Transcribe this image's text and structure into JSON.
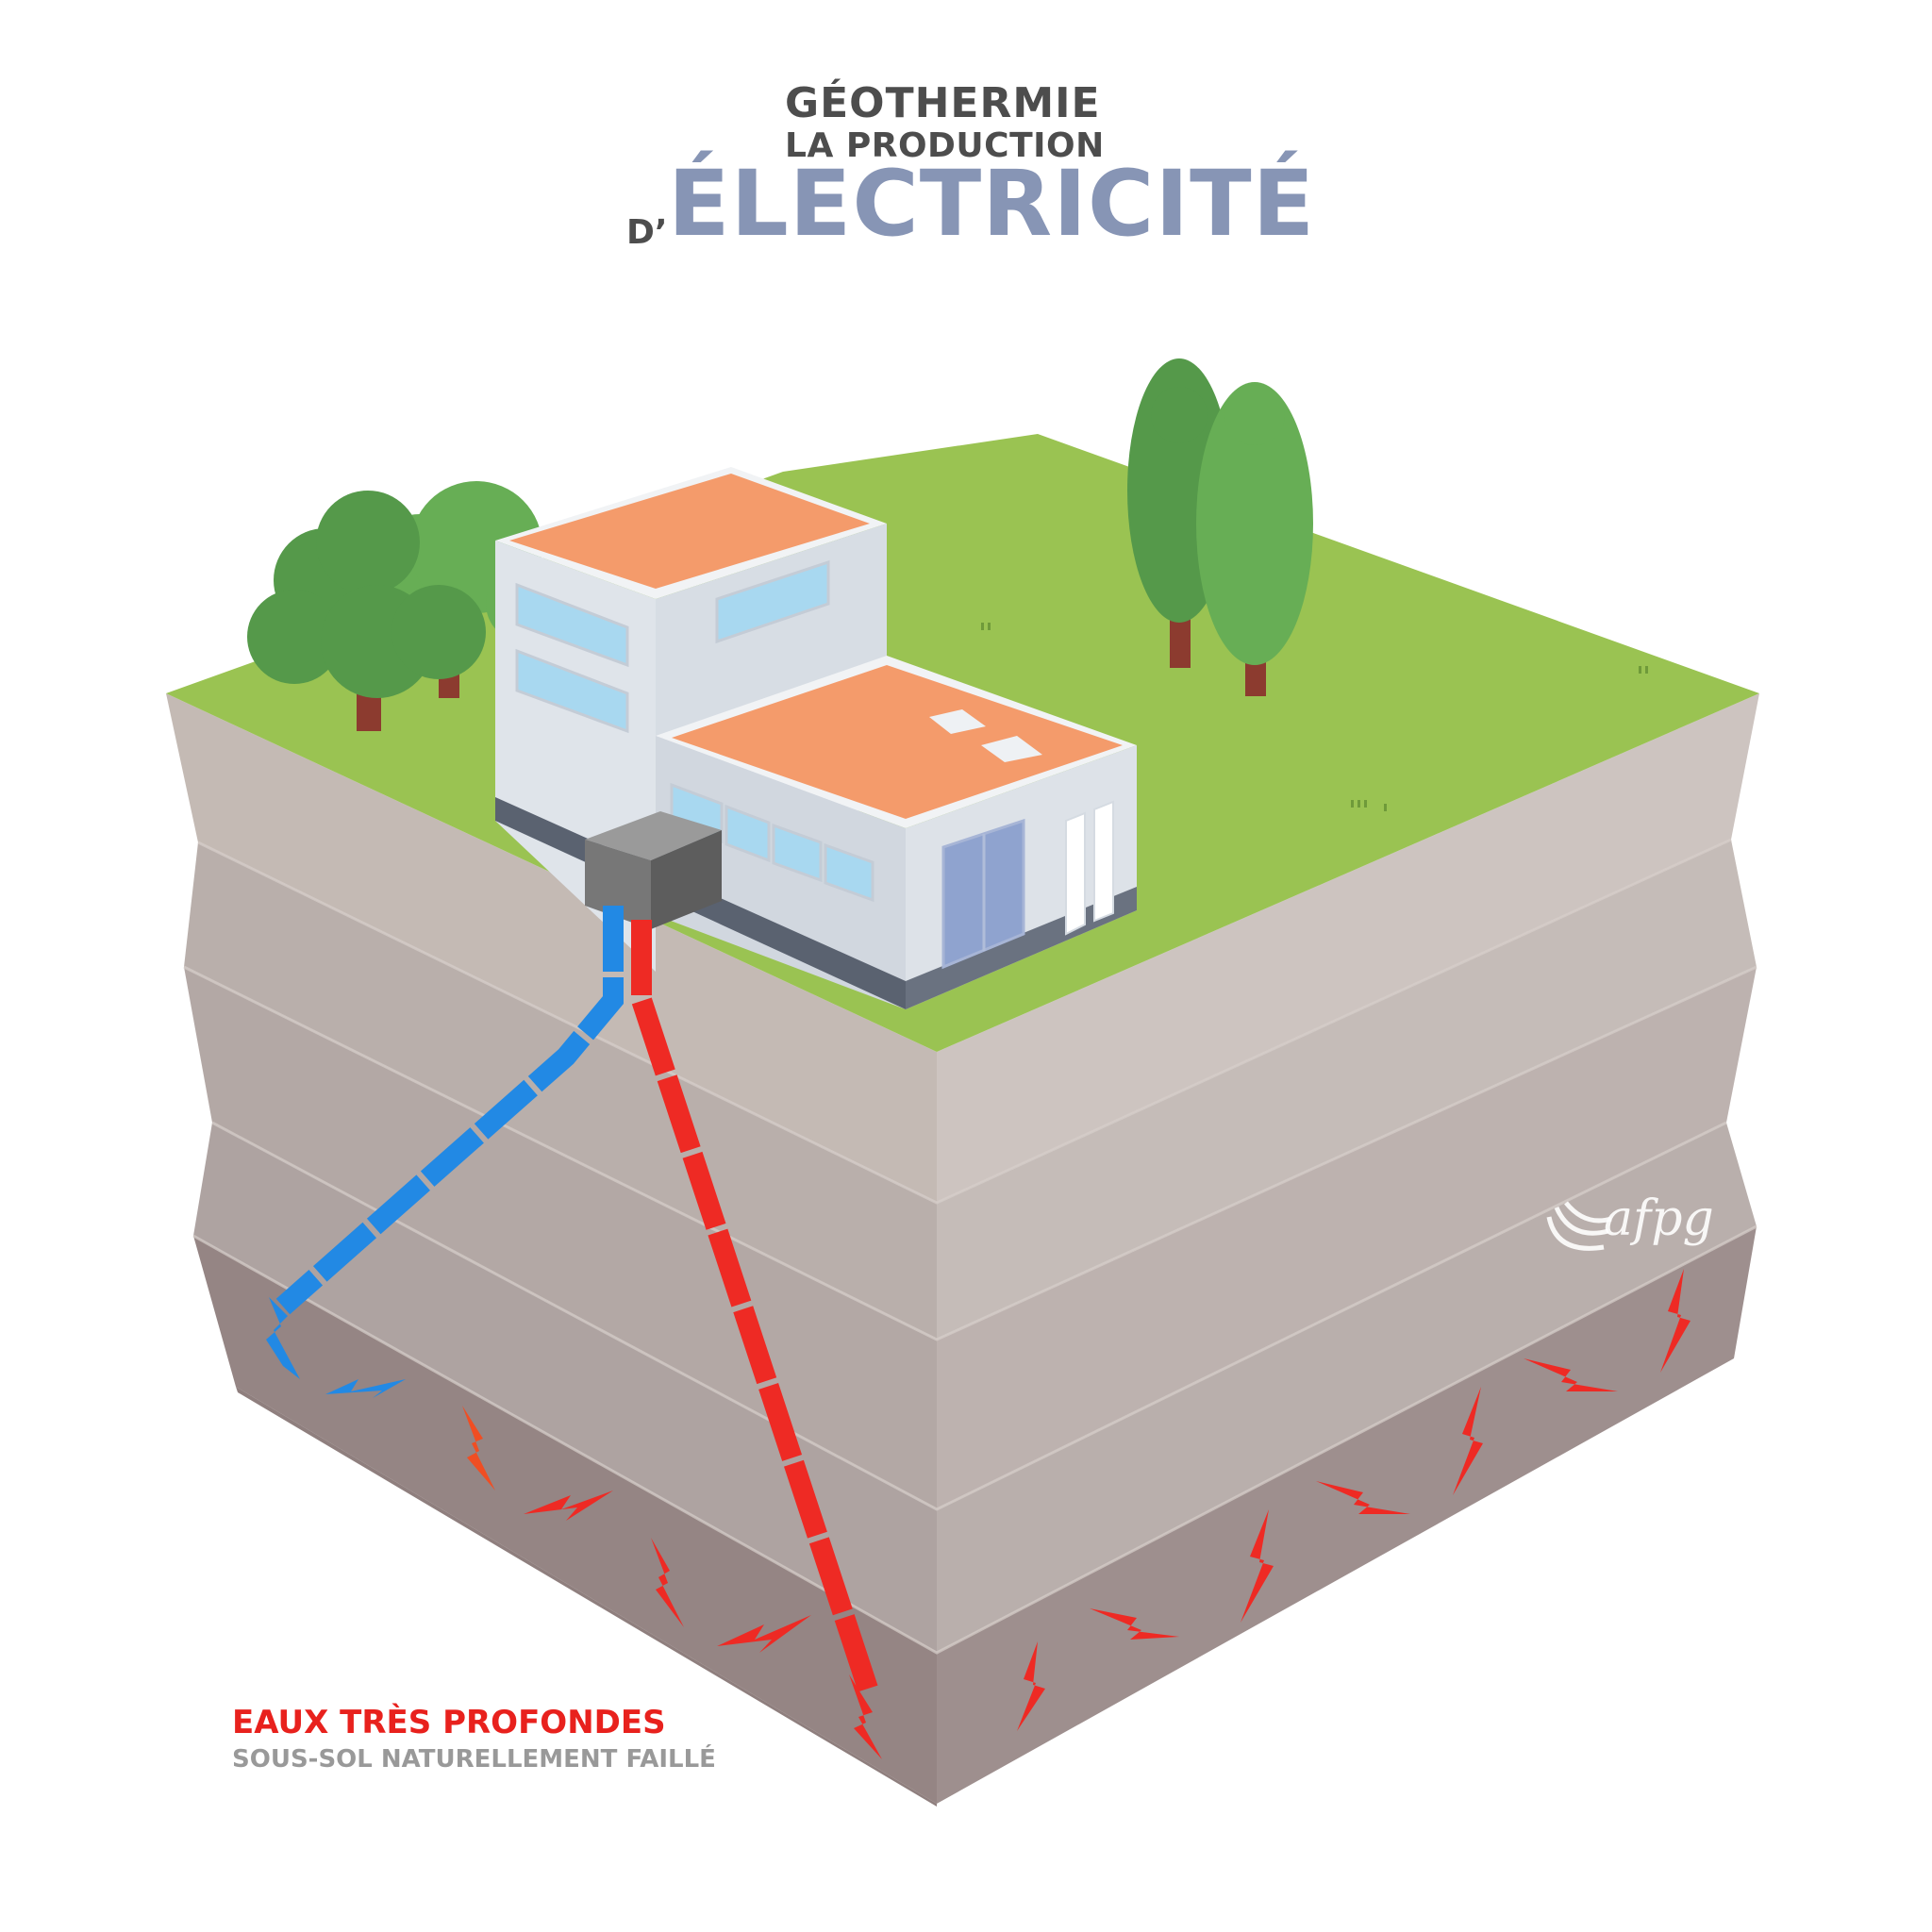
{
  "title": {
    "line1": "GÉOTHERMIE",
    "line2": "LA PRODUCTION",
    "prefix": "D’",
    "main": "ÉLECTRICITÉ"
  },
  "caption": {
    "title": "EAUX TRÈS PROFONDES",
    "subtitle": "SOUS-SOL NATURELLEMENT FAILLÉ"
  },
  "logo": {
    "text": "afpg"
  },
  "colors": {
    "grass": "#9ac352",
    "roof": "#f49b6b",
    "building_wall": "#d9dee4",
    "soil_top": "#c7bdb8",
    "soil_deep": "#978585",
    "cold_pipe": "#2289e4",
    "hot_pipe": "#ee2a24",
    "title_accent": "#8795b5",
    "caption_red": "#e8211d"
  },
  "icons": [
    "building-icon",
    "tree-icon",
    "heat-exchanger-icon",
    "lightning-icon",
    "afpg-logo-icon"
  ]
}
